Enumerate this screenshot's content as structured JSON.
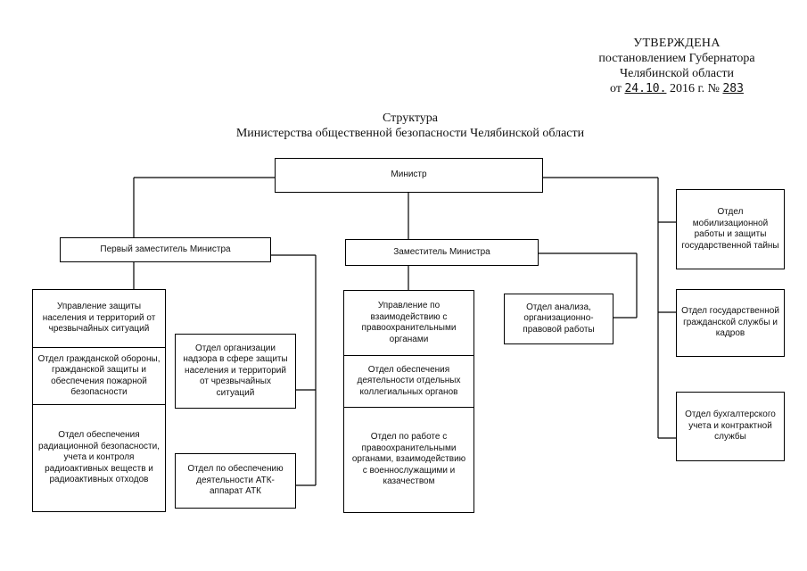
{
  "approval": {
    "title": "УТВЕРЖДЕНА",
    "line1": "постановлением Губернатора",
    "line2": "Челябинской области",
    "date_prefix": "от",
    "date": "24.10.",
    "year": "2016 г.",
    "number_sign": "№",
    "number": "283"
  },
  "title": {
    "line1": "Структура",
    "line2": "Министерства общественной безопасности Челябинской области"
  },
  "nodes": {
    "minister": "Министр",
    "first_deputy": "Первый заместитель Министра",
    "deputy": "Заместитель Министра",
    "protection_dept": "Управление защиты населения и территорий от чрезвычайных ситуаций",
    "civil_defense": "Отдел гражданской обороны, гражданской защиты и обеспечения пожарной безопасности",
    "radiation": "Отдел обеспечения радиационной безопасности, учета и контроля радиоактивных веществ и радиоактивных отходов",
    "supervision": "Отдел организации надзора в сфере защиты населения и территорий от чрезвычайных ситуаций",
    "atk": "Отдел по обеспечению деятельности АТК-аппарат АТК",
    "law_enforcement_dept": "Управление по взаимодействию с правоохранительными органами",
    "collegial": "Отдел обеспечения деятельности отдельных коллегиальных органов",
    "military": "Отдел по работе с правоохранительными органами, взаимодействию с военнослужащими и казачеством",
    "analysis": "Отдел анализа, организационно-правовой работы",
    "mobilization": "Отдел мобилизационной работы и защиты государственной тайны",
    "civil_service": "Отдел государственной гражданской службы и кадров",
    "accounting": "Отдел бухгалтерского учета и контрактной службы"
  }
}
